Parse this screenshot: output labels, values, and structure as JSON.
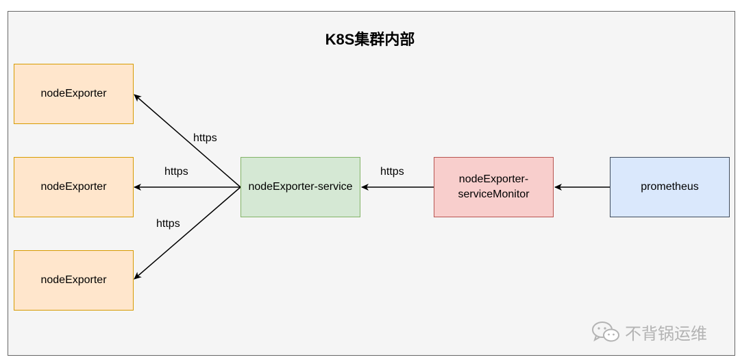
{
  "diagram": {
    "title": "K8S集群内部",
    "nodes": {
      "exporter_1": "nodeExporter",
      "exporter_2": "nodeExporter",
      "exporter_3": "nodeExporter",
      "service": "nodeExporter-service",
      "monitor_line1": "nodeExporter-",
      "monitor_line2": "serviceMonitor",
      "prometheus": "prometheus"
    },
    "edge_labels": {
      "service_to_exporter_1": "https",
      "service_to_exporter_2": "https",
      "service_to_exporter_3": "https",
      "monitor_to_service": "https"
    },
    "colors": {
      "cluster_fill": "#f5f5f5",
      "exporter_fill": "#ffe6cc",
      "exporter_stroke": "#d79b00",
      "service_fill": "#d5e8d4",
      "service_stroke": "#82b366",
      "monitor_fill": "#f8cecc",
      "monitor_stroke": "#b85450",
      "prometheus_fill": "#dae8fc",
      "prometheus_stroke": "#3f4b5c"
    }
  },
  "watermark": {
    "icon": "wechat-icon",
    "text": "不背锅运维"
  }
}
